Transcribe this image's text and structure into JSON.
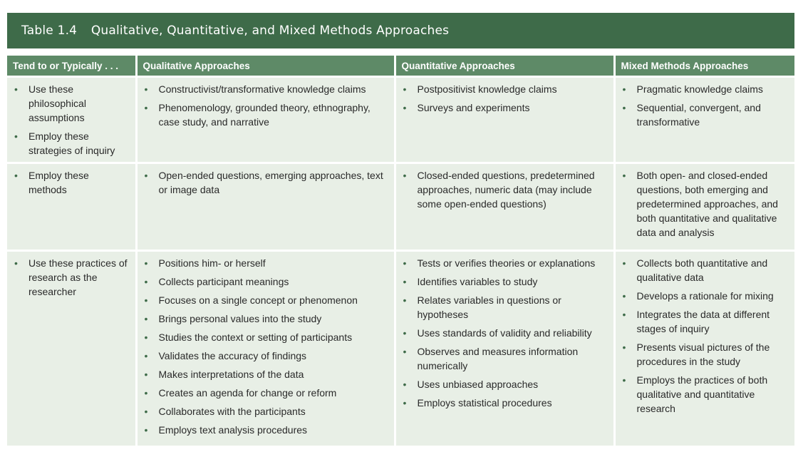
{
  "title": {
    "number": "Table 1.4",
    "text": "Qualitative, Quantitative, and Mixed Methods Approaches"
  },
  "headers": [
    "Tend to or Typically . . .",
    "Qualitative Approaches",
    "Quantitative Approaches",
    "Mixed Methods Approaches"
  ],
  "rows": [
    [
      [
        "Use these philosophical assumptions",
        "Employ these strategies of inquiry"
      ],
      [
        "Constructivist/transformative knowledge claims",
        "Phenomenology, grounded theory, ethnography, case study, and narrative"
      ],
      [
        "Postpositivist knowledge claims",
        "Surveys and experiments"
      ],
      [
        "Pragmatic knowledge claims",
        "Sequential, convergent, and transformative"
      ]
    ],
    [
      [
        "Employ these methods"
      ],
      [
        "Open-ended questions, emerging approaches, text or image data"
      ],
      [
        "Closed-ended questions, predetermined approaches, numeric data (may include some open-ended questions)"
      ],
      [
        "Both open- and closed-ended questions, both emerging and predetermined approaches, and both quantitative and qualitative data and analysis"
      ]
    ],
    [
      [
        "Use these practices of research as the researcher"
      ],
      [
        "Positions him- or herself",
        "Collects participant meanings",
        "Focuses on a single concept or phenomenon",
        "Brings personal values into the study",
        "Studies the context or setting of participants",
        "Validates the accuracy of findings",
        "Makes interpretations of the data",
        "Creates an agenda for change or reform",
        "Collaborates with the participants",
        "Employs text analysis procedures"
      ],
      [
        "Tests or verifies theories or explanations",
        "Identifies variables to study",
        "Relates variables in questions or hypotheses",
        "Uses standards of validity and reliability",
        "Observes and measures information numerically",
        "Uses unbiased approaches",
        "Employs statistical procedures"
      ],
      [
        "Collects both quantitative and qualitative data",
        "Develops a rationale for mixing",
        "Integrates the data at different stages of inquiry",
        "Presents visual pictures of the procedures in the study",
        "Employs the practices of both qualitative and quantitative research"
      ]
    ]
  ]
}
